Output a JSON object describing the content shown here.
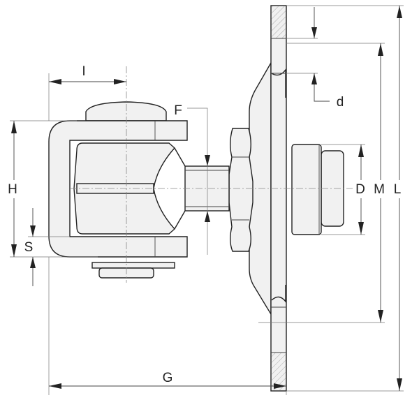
{
  "title": "Adjustable weld-on gate hinge dimension drawing",
  "dimensions": {
    "I": "I",
    "F": "F",
    "d": "d",
    "H": "H",
    "S": "S",
    "D": "D",
    "M": "M",
    "L": "L",
    "G": "G"
  }
}
